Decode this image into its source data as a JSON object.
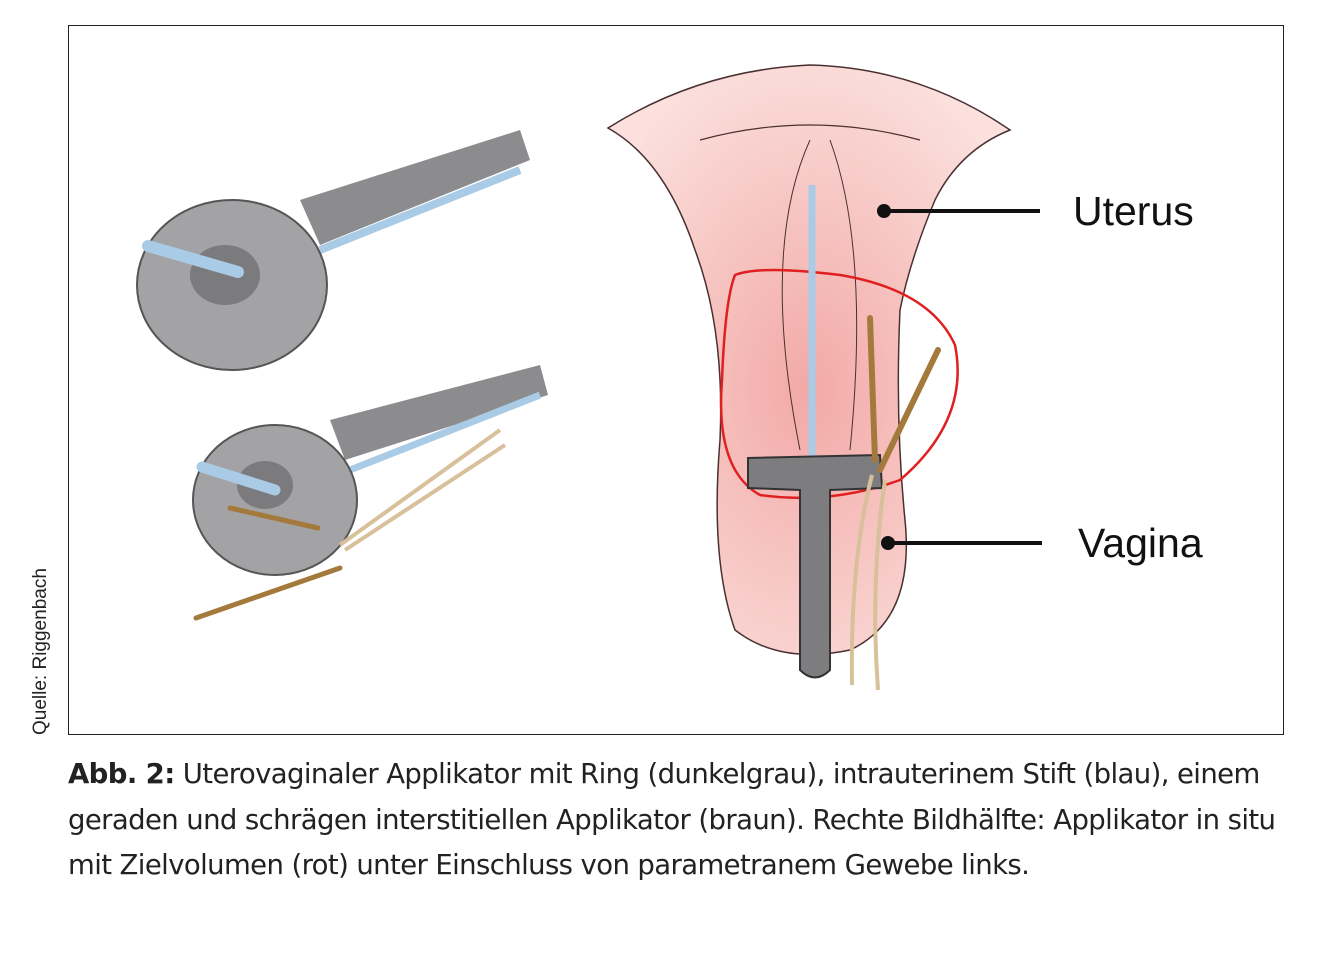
{
  "figure": {
    "labels": {
      "uterus": "Uterus",
      "vagina": "Vagina"
    },
    "source": "Quelle: Riggenbach",
    "colors": {
      "ring": "#8a8a8c",
      "pin": "#a9cbe6",
      "interstitial": "#a47a3c",
      "tissue": "#f6c4c0",
      "target": "#e02020"
    }
  },
  "caption": {
    "label": "Abb. 2:",
    "text": " Uterovaginaler Applikator mit Ring (dunkelgrau), intrauterinem Stift (blau), einem geraden und schrägen interstitiellen Applikator (braun). Rechte Bildhälfte: Applikator in situ mit Zielvolumen (rot) unter Einschluss von parametranem Gewebe links."
  }
}
